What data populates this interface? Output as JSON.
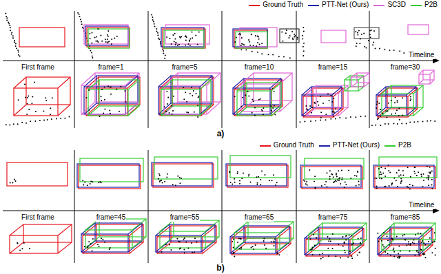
{
  "diagram": {
    "labels": [
      "Timeline",
      "First frame",
      "frame=1",
      "frame=5",
      "frame=10",
      "frame=15",
      "frame=30",
      "a)",
      "Timeline",
      "First frame",
      "frame=45",
      "frame=55",
      "frame=65",
      "frame=75",
      "frame=85",
      "b)"
    ],
    "legend": [
      {
        "text": "Ground Truth",
        "color": "#e8141b"
      },
      {
        "text": "PTT-Net (Ours)",
        "color": "#1c1ca8"
      },
      {
        "text": "SC3D",
        "color": "#e266d6"
      },
      {
        "text": "P2B",
        "color": "#33cc33"
      },
      {
        "text": "Ground Truth",
        "color": "#e8141b"
      },
      {
        "text": "PTT-Net (Ours)",
        "color": "#1c1ca8"
      },
      {
        "text": "P2B",
        "color": "#33cc33"
      }
    ]
  }
}
